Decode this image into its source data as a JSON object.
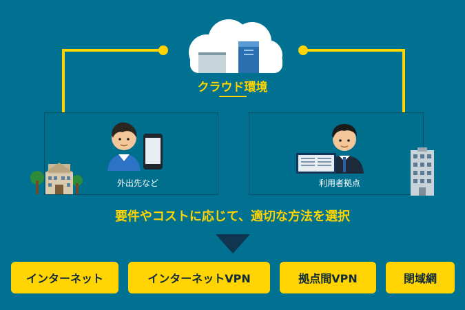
{
  "diagram": {
    "cloud_label": "クラウド環境",
    "left_panel_label": "外出先など",
    "right_panel_label": "利用者拠点",
    "tagline": "要件やコストに応じて、適切な方法を選択",
    "options": [
      {
        "label": "インターネット"
      },
      {
        "label": "インターネットVPN"
      },
      {
        "label": "拠点間VPN"
      },
      {
        "label": "閉域網"
      }
    ]
  },
  "colors": {
    "background": "#007191",
    "accent": "#ffd400",
    "panel_border": "#0f4f66"
  }
}
